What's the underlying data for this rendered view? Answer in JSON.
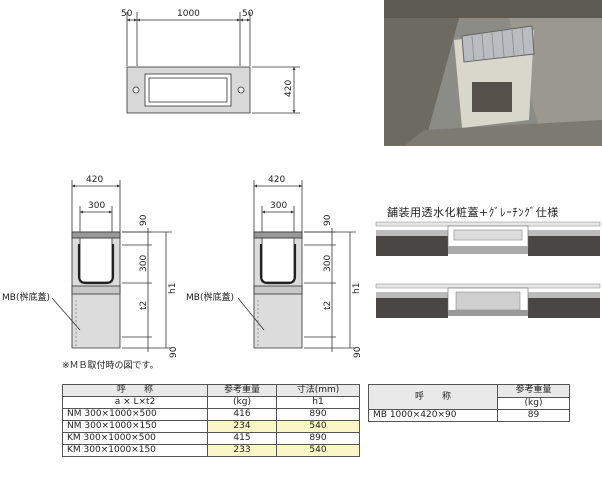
{
  "plan": {
    "w1": "50",
    "w2": "1000",
    "w3": "50",
    "h": "420"
  },
  "section_left": {
    "top_w": "420",
    "inner_w": "300",
    "d1": "90",
    "d2": "300",
    "d3": "t2",
    "d4": "90",
    "h1": "h1",
    "mb_label": "MB(桝底蓋)"
  },
  "section_right": {
    "top_w": "420",
    "inner_w": "300",
    "d1": "90",
    "d2": "300",
    "d3": "t2",
    "d4": "90",
    "h1": "h1",
    "mb_label": "MB(桝底蓋)"
  },
  "note": "※ＭＢ取付時の図です。",
  "grating_title": "舗装用透水化粧蓋+ｸﾞﾚｰﾁﾝｸﾞ仕様",
  "colors": {
    "concrete": "#d8d8d8",
    "asphalt": "#4a4646",
    "highlight": "#fbf6c8"
  },
  "table1": {
    "h_name": "呼　　称",
    "h_weight": "参考重量",
    "h_dim": "寸法(mm)",
    "s_name": "a × L×t2",
    "s_weight": "(kg)",
    "s_dim": "h1",
    "rows": [
      {
        "code": "NM",
        "size": "300×1000×500",
        "weight": "416",
        "h1": "890"
      },
      {
        "code": "NM",
        "size": "300×1000×150",
        "weight": "234",
        "h1": "540"
      },
      {
        "code": "KM",
        "size": "300×1000×500",
        "weight": "415",
        "h1": "890"
      },
      {
        "code": "KM",
        "size": "300×1000×150",
        "weight": "233",
        "h1": "540"
      }
    ]
  },
  "table2": {
    "h_name": "呼　　称",
    "h_weight": "参考重量",
    "s_weight": "(kg)",
    "rows": [
      {
        "code": "MB",
        "size": "1000×420×90",
        "weight": "89"
      }
    ]
  }
}
